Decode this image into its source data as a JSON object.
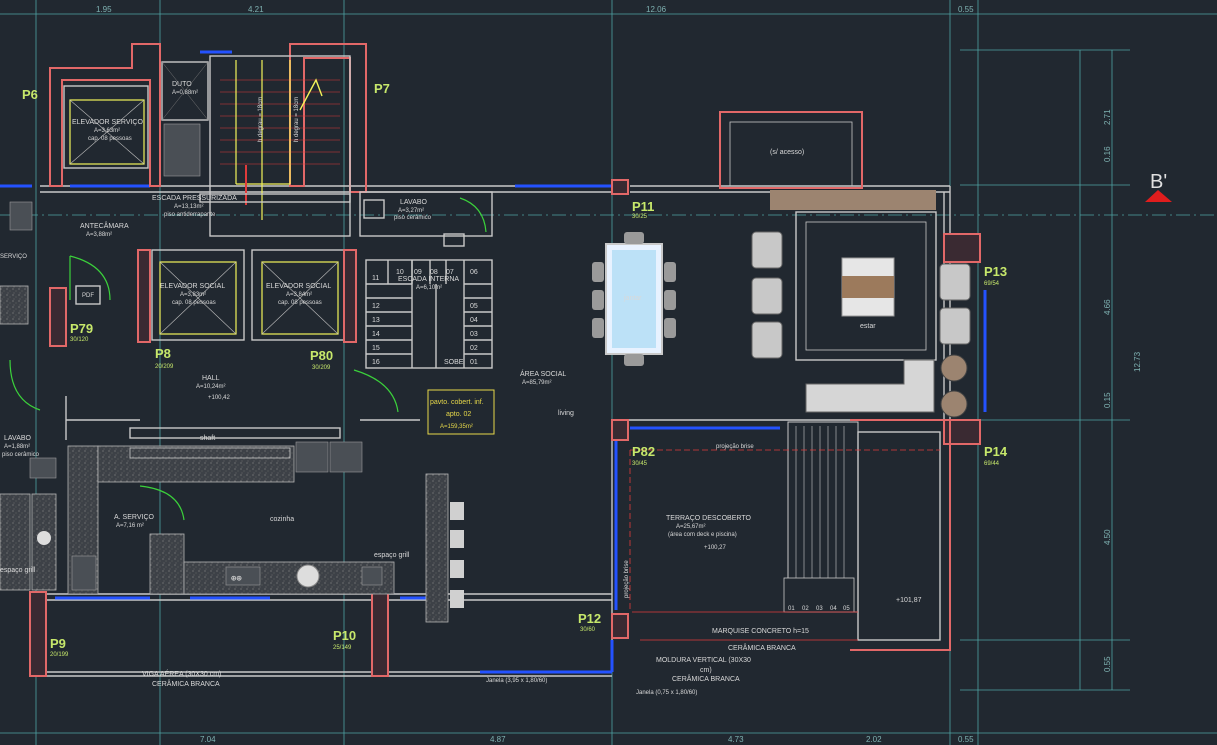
{
  "drawing": {
    "section_marker": "B'",
    "top_dims": [
      "1.95",
      "4.21",
      "12.06",
      "0.55"
    ],
    "bottom_dims": [
      "7.04",
      "4.87",
      "4.73",
      "2.02",
      "0.55"
    ],
    "right_dims": [
      "2.71",
      "0.16",
      "4.66",
      "0.15",
      "4.50",
      "0.55",
      "12.73"
    ],
    "pillars": [
      {
        "id": "P6",
        "size": ""
      },
      {
        "id": "P7",
        "size": ""
      },
      {
        "id": "P79",
        "size": "30/120"
      },
      {
        "id": "P8",
        "size": "20/209"
      },
      {
        "id": "P80",
        "size": "30/209"
      },
      {
        "id": "P11",
        "size": "30/25"
      },
      {
        "id": "P13",
        "size": "69/54"
      },
      {
        "id": "P14",
        "size": "69/44"
      },
      {
        "id": "P82",
        "size": "30/45"
      },
      {
        "id": "P12",
        "size": "30/60"
      },
      {
        "id": "P9",
        "size": "20/199"
      },
      {
        "id": "P10",
        "size": "25/149"
      }
    ],
    "rooms": {
      "duto": {
        "name": "DUTO",
        "area": "A=0,88m²"
      },
      "elevador_servico": {
        "name": "ELEVADOR SERVIÇO",
        "area": "A=3,63m²",
        "cap": "cap. 08 pessoas"
      },
      "escada_pressurizada": {
        "name": "ESCADA PRESSURIZADA",
        "area": "A=13,13m²",
        "note": "piso antiderrapante"
      },
      "antecamara": {
        "name": "ANTECÂMARA",
        "area": "A=3,88m²"
      },
      "lavabo": {
        "name": "LAVABO",
        "area": "A=3,27m²",
        "note": "piso cerâmico"
      },
      "elevador_social_1": {
        "name": "ELEVADOR SOCIAL",
        "area": "A=3,83m²",
        "cap": "cap. 08 pessoas"
      },
      "elevador_social_2": {
        "name": "ELEVADOR SOCIAL",
        "area": "A=3,84m²",
        "cap": "cap. 08 pessoas"
      },
      "escada_interna": {
        "name": "ESCADA INTERNA",
        "area": "A=6,10m²"
      },
      "hall": {
        "name": "HALL",
        "area": "A=10,24m²",
        "level": "+100,42"
      },
      "area_social": {
        "name": "ÁREA SOCIAL",
        "area": "A=85,79m²"
      },
      "living": {
        "name": "living"
      },
      "jantar": {
        "name": "jantar"
      },
      "estar": {
        "name": "estar"
      },
      "acesso": {
        "name": "(s/ acesso)"
      },
      "shaft": {
        "name": "shaft"
      },
      "a_servico": {
        "name": "A. SERVIÇO",
        "area": "A=7,16 m²"
      },
      "cozinha": {
        "name": "cozinha"
      },
      "espaco_grill": {
        "name": "espaço grill"
      },
      "espaco_grill_left": {
        "name": "espaço grill"
      },
      "terraco": {
        "name": "TERRAÇO DESCOBERTO",
        "area": "A=25,67m²",
        "note": "(área com deck e piscina)",
        "level": "+100,27"
      },
      "lavabo_left": {
        "name": "LAVABO",
        "area": "A=1,88m²",
        "note": "piso cerâmico"
      },
      "servico_left": {
        "name": "SERVIÇO"
      }
    },
    "unit_box": {
      "line1": "pavto. cobert. inf.",
      "line2": "apto. 02",
      "line3": "A=159,35m²"
    },
    "stair_numbers_top": [
      "11",
      "10",
      "09",
      "08",
      "07",
      "06"
    ],
    "stair_numbers_left": [
      "12",
      "13",
      "14",
      "15",
      "16"
    ],
    "stair_numbers_right": [
      "05",
      "04",
      "03",
      "02",
      "01"
    ],
    "stair_sobe": "SOBE",
    "pool_steps": [
      "01",
      "02",
      "03",
      "04",
      "05"
    ],
    "level_pool": "+101,87",
    "labels": {
      "projecao_brise_top": "projeção brise",
      "projecao_brise_side": "projeção brise",
      "marquise": "MARQUISE CONCRETO h=15",
      "ceramica_1": "CERÂMICA BRANCA",
      "moldura": "MOLDURA VERTICAL (30X30",
      "moldura_cm": "cm)",
      "ceramica_2": "CERÂMICA BRANCA",
      "viga": "VIGA AÉREA (30X30 cm)",
      "ceramica_3": "CERÂMICA BRANCA",
      "janela_1": "Janela (3,95 x 1,80/60)",
      "janela_2": "Janela (0,75 x 1,80/60)",
      "pdf": "PDF",
      "degrau_1": "h degrau = 18cm",
      "degrau_2": "h degrau = 18cm"
    },
    "colors": {
      "background": "#212830",
      "walls": "#c9c9c9",
      "pillars": "#e26868",
      "windows": "#2452ff",
      "dims": "#4fa3a3",
      "labels_pillars": "#c7e86b"
    }
  }
}
